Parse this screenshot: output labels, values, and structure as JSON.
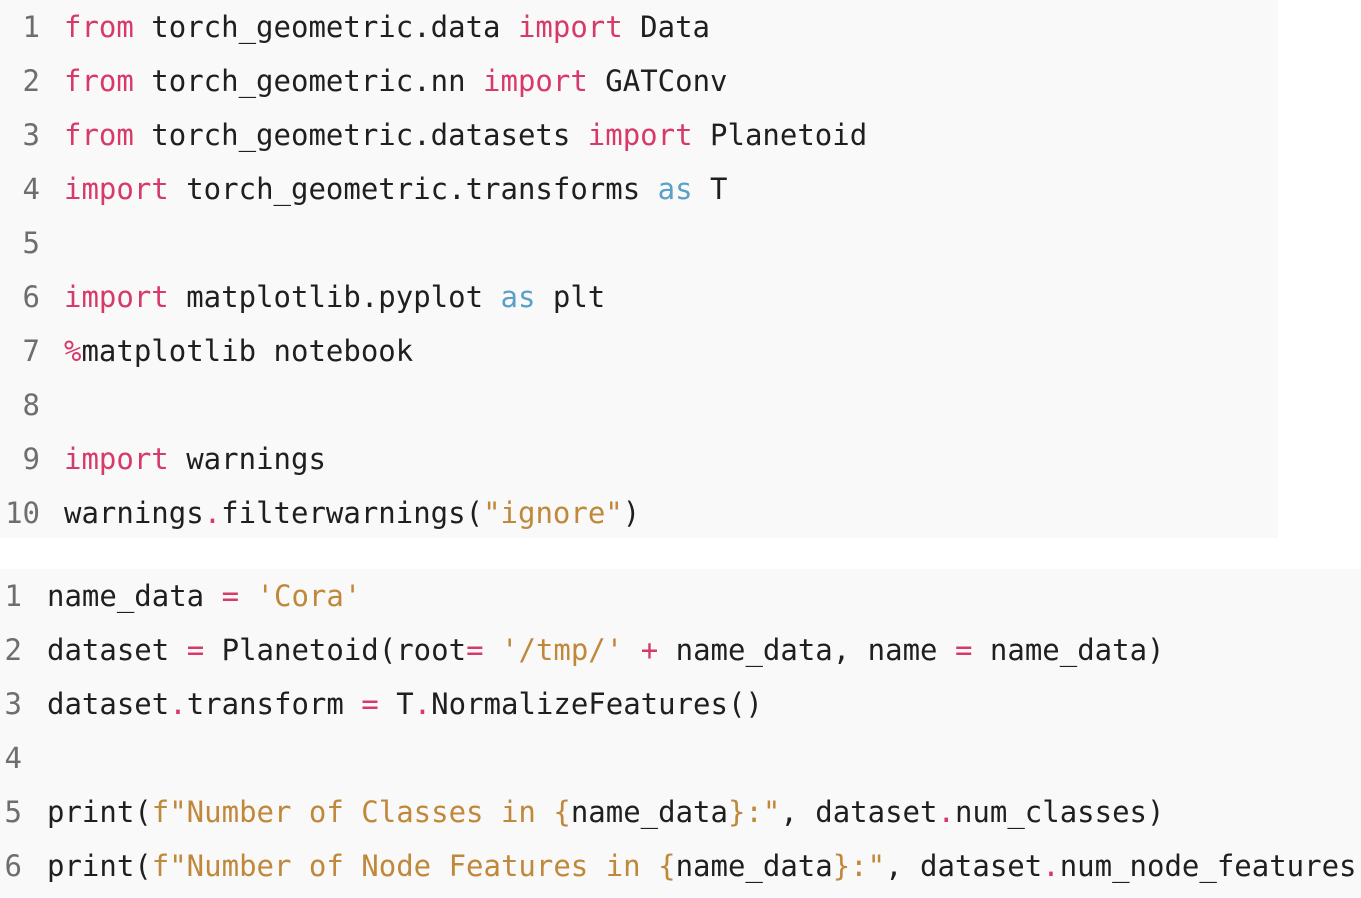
{
  "colors": {
    "keyword": "#d73a69",
    "as_keyword": "#5ba0c8",
    "string": "#c0883a",
    "operator": "#d73a69",
    "plain": "#1f1f1f",
    "line_number": "#6e6e6e",
    "background": "#f9f9f9"
  },
  "cells": [
    {
      "lines": [
        {
          "num": "1",
          "tokens": [
            {
              "t": "from",
              "c": "kw"
            },
            {
              "t": " torch_geometric.data ",
              "c": "pl"
            },
            {
              "t": "import",
              "c": "kw"
            },
            {
              "t": " Data",
              "c": "pl"
            }
          ]
        },
        {
          "num": "2",
          "tokens": [
            {
              "t": "from",
              "c": "kw"
            },
            {
              "t": " torch_geometric.nn ",
              "c": "pl"
            },
            {
              "t": "import",
              "c": "kw"
            },
            {
              "t": " GATConv",
              "c": "pl"
            }
          ]
        },
        {
          "num": "3",
          "tokens": [
            {
              "t": "from",
              "c": "kw"
            },
            {
              "t": " torch_geometric.datasets ",
              "c": "pl"
            },
            {
              "t": "import",
              "c": "kw"
            },
            {
              "t": " Planetoid",
              "c": "pl"
            }
          ]
        },
        {
          "num": "4",
          "tokens": [
            {
              "t": "import",
              "c": "kw"
            },
            {
              "t": " torch_geometric.transforms ",
              "c": "pl"
            },
            {
              "t": "as",
              "c": "as"
            },
            {
              "t": " T",
              "c": "pl"
            }
          ]
        },
        {
          "num": "5",
          "tokens": []
        },
        {
          "num": "6",
          "tokens": [
            {
              "t": "import",
              "c": "kw"
            },
            {
              "t": " matplotlib.pyplot ",
              "c": "pl"
            },
            {
              "t": "as",
              "c": "as"
            },
            {
              "t": " plt",
              "c": "pl"
            }
          ]
        },
        {
          "num": "7",
          "tokens": [
            {
              "t": "%",
              "c": "op"
            },
            {
              "t": "matplotlib notebook",
              "c": "pl"
            }
          ]
        },
        {
          "num": "8",
          "tokens": []
        },
        {
          "num": "9",
          "tokens": [
            {
              "t": "import",
              "c": "kw"
            },
            {
              "t": " warnings",
              "c": "pl"
            }
          ]
        },
        {
          "num": "10",
          "tokens": [
            {
              "t": "warnings",
              "c": "pl"
            },
            {
              "t": ".",
              "c": "op"
            },
            {
              "t": "filterwarnings(",
              "c": "pl"
            },
            {
              "t": "\"ignore\"",
              "c": "str"
            },
            {
              "t": ")",
              "c": "pl"
            }
          ]
        }
      ]
    },
    {
      "lines": [
        {
          "num": "1",
          "tokens": [
            {
              "t": "name_data ",
              "c": "pl"
            },
            {
              "t": "=",
              "c": "op"
            },
            {
              "t": " ",
              "c": "pl"
            },
            {
              "t": "'Cora'",
              "c": "str"
            }
          ]
        },
        {
          "num": "2",
          "tokens": [
            {
              "t": "dataset ",
              "c": "pl"
            },
            {
              "t": "=",
              "c": "op"
            },
            {
              "t": " Planetoid(root",
              "c": "pl"
            },
            {
              "t": "=",
              "c": "op"
            },
            {
              "t": " ",
              "c": "pl"
            },
            {
              "t": "'/tmp/'",
              "c": "str"
            },
            {
              "t": " ",
              "c": "pl"
            },
            {
              "t": "+",
              "c": "op"
            },
            {
              "t": " name_data, name ",
              "c": "pl"
            },
            {
              "t": "=",
              "c": "op"
            },
            {
              "t": " name_data)",
              "c": "pl"
            }
          ]
        },
        {
          "num": "3",
          "tokens": [
            {
              "t": "dataset",
              "c": "pl"
            },
            {
              "t": ".",
              "c": "op"
            },
            {
              "t": "transform ",
              "c": "pl"
            },
            {
              "t": "=",
              "c": "op"
            },
            {
              "t": " T",
              "c": "pl"
            },
            {
              "t": ".",
              "c": "op"
            },
            {
              "t": "NormalizeFeatures()",
              "c": "pl"
            }
          ]
        },
        {
          "num": "4",
          "tokens": []
        },
        {
          "num": "5",
          "tokens": [
            {
              "t": "print(",
              "c": "pl"
            },
            {
              "t": "f\"Number of Classes in ",
              "c": "str"
            },
            {
              "t": "{",
              "c": "str"
            },
            {
              "t": "name_data",
              "c": "pl"
            },
            {
              "t": "}:\"",
              "c": "str"
            },
            {
              "t": ", dataset",
              "c": "pl"
            },
            {
              "t": ".",
              "c": "op"
            },
            {
              "t": "num_classes)",
              "c": "pl"
            }
          ]
        },
        {
          "num": "6",
          "tokens": [
            {
              "t": "print(",
              "c": "pl"
            },
            {
              "t": "f\"Number of Node Features in ",
              "c": "str"
            },
            {
              "t": "{",
              "c": "str"
            },
            {
              "t": "name_data",
              "c": "pl"
            },
            {
              "t": "}:\"",
              "c": "str"
            },
            {
              "t": ", dataset",
              "c": "pl"
            },
            {
              "t": ".",
              "c": "op"
            },
            {
              "t": "num_node_features)",
              "c": "pl"
            }
          ]
        }
      ]
    }
  ]
}
